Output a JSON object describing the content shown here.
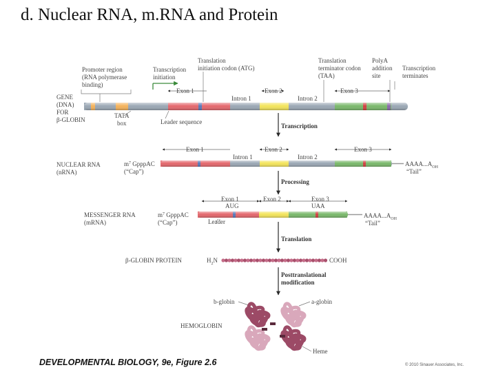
{
  "title": "d. Nuclear RNA, m.RNA and Protein",
  "footer": {
    "book": "DEVELOPMENTAL BIOLOGY, 9e, Figure 2.6",
    "copyright": "© 2010 Sinauer Associates, Inc."
  },
  "colors": {
    "exon": "#e4676c",
    "exon2": "#f3e45a",
    "exon3": "#79b86a",
    "intron": "#9aa7b4",
    "promoter": "#f5b25a",
    "hemoglobin": "#b05a76",
    "arrow": "#2a2a2a",
    "initiation_arrow": "#3a8a3a"
  },
  "labels": {
    "promoter_1": "Promoter region",
    "promoter_2": "(RNA polymerase",
    "promoter_3": "binding)",
    "tx_init_1": "Transcription",
    "tx_init_2": "initiation",
    "atg_1": "Translation",
    "atg_2": "initiation codon (ATG)",
    "taa_1": "Translation",
    "taa_2": "terminator codon",
    "taa_3": "(TAA)",
    "polya_1": "PolyA",
    "polya_2": "addition",
    "polya_3": "site",
    "tx_term_1": "Transcription",
    "tx_term_2": "terminates",
    "gene_1": "GENE",
    "gene_2": "(DNA)",
    "gene_3": "FOR",
    "gene_4": "β-GLOBIN",
    "tata_1": "TATA",
    "tata_2": "box",
    "leader_sequence": "Leader sequence",
    "exon1": "Exon 1",
    "exon2": "Exon 2",
    "exon3": "Exon 3",
    "intron1": "Intron 1",
    "intron2": "Intron 2",
    "transcription": "Transcription",
    "nuclear_1": "NUCLEAR RNA",
    "nuclear_2": "(nRNA)",
    "cap_seq": "m",
    "cap_sup": "7",
    "cap_rest": " Gppp",
    "cap_ac": "AC",
    "cap_name": "(“Cap”)",
    "tail_seq": "AAAA...A",
    "tail_sub": "OH",
    "tail_name": "“Tail”",
    "processing": "Processing",
    "aug": "AUG",
    "uaa": "UAA",
    "messenger_1": "MESSENGER RNA",
    "messenger_2": "(mRNA)",
    "leader": "Leader",
    "translation": "Translation",
    "protein_label": "β-GLOBIN PROTEIN",
    "h2n": "H",
    "h2n_sub": "2",
    "h2n_n": "N",
    "cooh": "COOH",
    "post_1": "Posttranslational",
    "post_2": "modification",
    "b_globin": "b-globin",
    "a_globin": "a-globin",
    "hemoglobin": "HEMOGLOBIN",
    "heme": "Heme"
  }
}
